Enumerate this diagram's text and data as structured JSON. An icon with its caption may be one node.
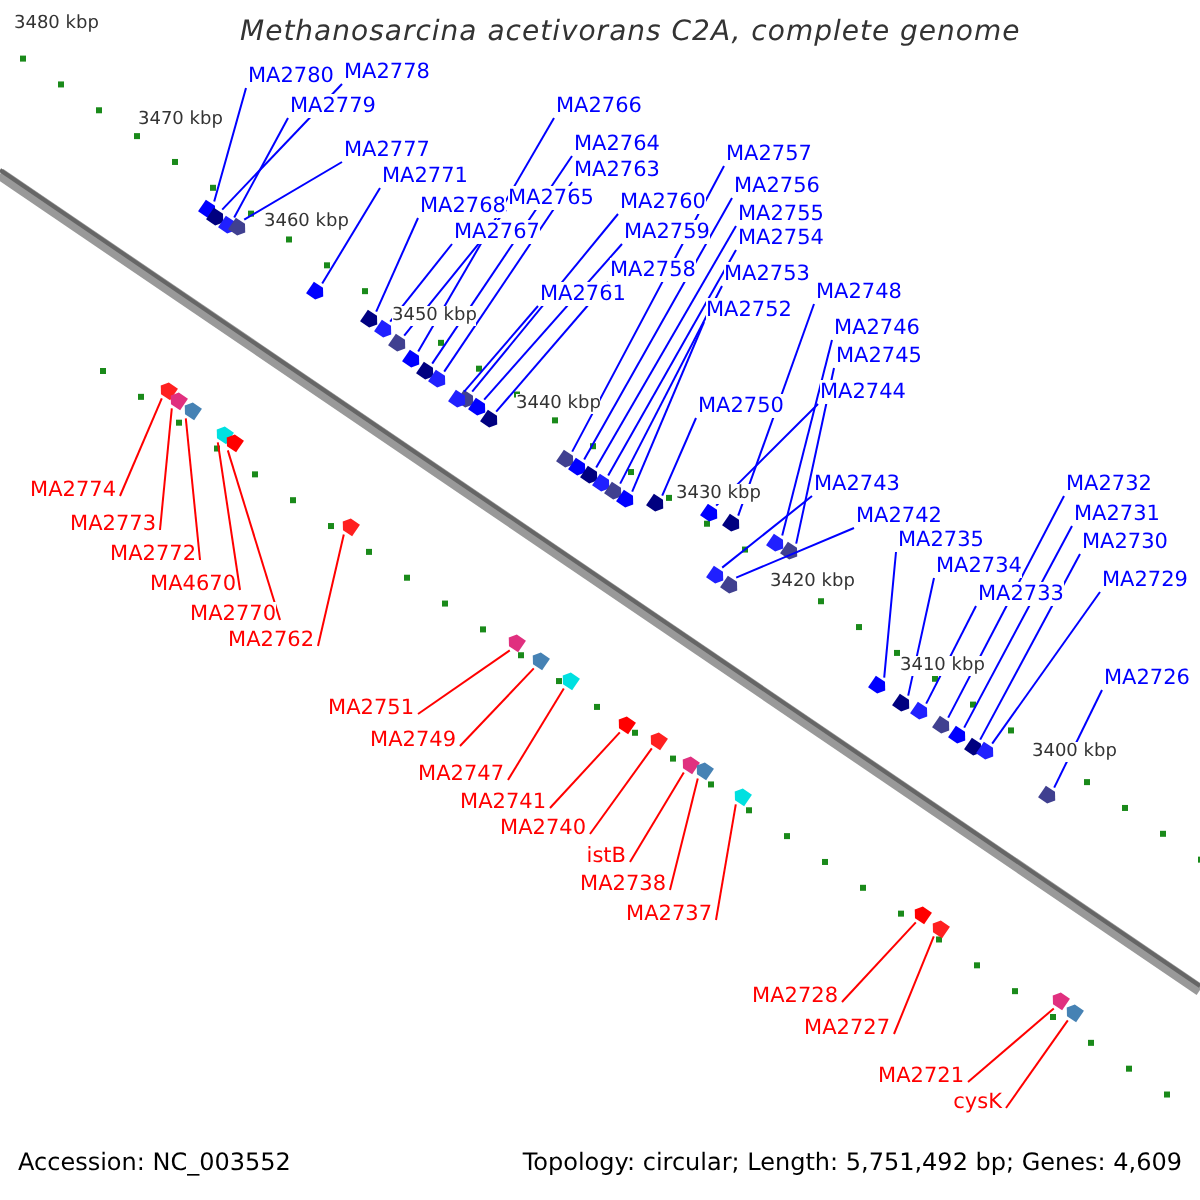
{
  "diagram": {
    "title": "Methanosarcina acetivorans C2A, complete genome",
    "nodes": [
      {
        "text": [
          "MA2780"
        ]
      },
      {
        "text": [
          "MA2778"
        ]
      },
      {
        "text": [
          "MA2779"
        ]
      },
      {
        "text": [
          "MA2777"
        ]
      },
      {
        "text": [
          "MA2771"
        ]
      },
      {
        "text": [
          "MA2768"
        ]
      },
      {
        "text": [
          "MA2767"
        ]
      },
      {
        "text": [
          "MA2765"
        ]
      },
      {
        "text": [
          "MA2766"
        ]
      },
      {
        "text": [
          "MA2764"
        ]
      },
      {
        "text": [
          "MA2763"
        ]
      },
      {
        "text": [
          "MA2760"
        ]
      },
      {
        "text": [
          "MA2759"
        ]
      },
      {
        "text": [
          "MA2758"
        ]
      },
      {
        "text": [
          "MA2761"
        ]
      },
      {
        "text": [
          "MA2757"
        ]
      },
      {
        "text": [
          "MA2756"
        ]
      },
      {
        "text": [
          "MA2755"
        ]
      },
      {
        "text": [
          "MA2754"
        ]
      },
      {
        "text": [
          "MA2753"
        ]
      },
      {
        "text": [
          "MA2752"
        ]
      },
      {
        "text": [
          "MA2748"
        ]
      },
      {
        "text": [
          "MA2746"
        ]
      },
      {
        "text": [
          "MA2745"
        ]
      },
      {
        "text": [
          "MA2744"
        ]
      },
      {
        "text": [
          "MA2750"
        ]
      },
      {
        "text": [
          "MA2743"
        ]
      },
      {
        "text": [
          "MA2742"
        ]
      },
      {
        "text": [
          "MA2735"
        ]
      },
      {
        "text": [
          "MA2734"
        ]
      },
      {
        "text": [
          "MA2733"
        ]
      },
      {
        "text": [
          "MA2732"
        ]
      },
      {
        "text": [
          "MA2731"
        ]
      },
      {
        "text": [
          "MA2730"
        ]
      },
      {
        "text": [
          "MA2729"
        ]
      },
      {
        "text": [
          "MA2726"
        ]
      },
      {
        "text": [
          "MA2774"
        ]
      },
      {
        "text": [
          "MA2773"
        ]
      },
      {
        "text": [
          "MA2772"
        ]
      },
      {
        "text": [
          "MA4670"
        ]
      },
      {
        "text": [
          "MA2770"
        ]
      },
      {
        "text": [
          "MA2762"
        ]
      },
      {
        "text": [
          "MA2751"
        ]
      },
      {
        "text": [
          "MA2749"
        ]
      },
      {
        "text": [
          "MA2747"
        ]
      },
      {
        "text": [
          "MA2741"
        ]
      },
      {
        "text": [
          "MA2740"
        ]
      },
      {
        "text": [
          "istB"
        ]
      },
      {
        "text": [
          "MA2738"
        ]
      },
      {
        "text": [
          "MA2737"
        ]
      },
      {
        "text": [
          "MA2728"
        ]
      },
      {
        "text": [
          "MA2727"
        ]
      },
      {
        "text": [
          "MA2721"
        ]
      },
      {
        "text": [
          "cysK"
        ]
      },
      {
        "text": [],
        "shape": "arrow"
      },
      {
        "text": [],
        "shape": "arrow"
      },
      {
        "text": [],
        "shape": "arrow"
      },
      {
        "text": [],
        "shape": "arrow"
      },
      {
        "text": [],
        "shape": "arrow"
      },
      {
        "text": [],
        "shape": "arrow"
      },
      {
        "text": [],
        "shape": "arrow"
      },
      {
        "text": [],
        "shape": "arrow"
      },
      {
        "text": [],
        "shape": "arrow"
      },
      {
        "text": [],
        "shape": "arrow"
      },
      {
        "text": [],
        "shape": "arrow"
      },
      {
        "text": [],
        "shape": "arrow"
      },
      {
        "text": [],
        "shape": "arrow"
      },
      {
        "text": [],
        "shape": "arrow"
      },
      {
        "text": [],
        "shape": "arrow"
      },
      {
        "text": [],
        "shape": "arrow"
      },
      {
        "text": [],
        "shape": "arrow"
      },
      {
        "text": [],
        "shape": "arrow"
      },
      {
        "text": [],
        "shape": "arrow"
      },
      {
        "text": [],
        "shape": "arrow"
      },
      {
        "text": [],
        "shape": "arrow"
      },
      {
        "text": [],
        "shape": "arrow"
      },
      {
        "text": [],
        "shape": "arrow"
      },
      {
        "text": [],
        "shape": "arrow"
      },
      {
        "text": [],
        "shape": "arrow"
      },
      {
        "text": [],
        "shape": "arrow"
      },
      {
        "text": [],
        "shape": "arrow"
      },
      {
        "text": [],
        "shape": "arrow"
      },
      {
        "text": [],
        "shape": "arrow"
      },
      {
        "text": [],
        "shape": "arrow"
      },
      {
        "text": [],
        "shape": "arrow"
      },
      {
        "text": [],
        "shape": "arrow"
      },
      {
        "text": [],
        "shape": "arrow"
      },
      {
        "text": [],
        "shape": "arrow"
      },
      {
        "text": [],
        "shape": "arrow"
      },
      {
        "text": [],
        "shape": "arrow"
      },
      {
        "text": [],
        "shape": "arrow"
      },
      {
        "text": [],
        "shape": "arrow"
      },
      {
        "text": [],
        "shape": "arrow"
      },
      {
        "text": [],
        "shape": "arrow"
      },
      {
        "text": [],
        "shape": "arrow"
      },
      {
        "text": [],
        "shape": "arrow"
      },
      {
        "text": [],
        "shape": "arrow"
      },
      {
        "text": [],
        "shape": "arrow"
      },
      {
        "text": [],
        "shape": "arrow"
      },
      {
        "text": [],
        "shape": "arrow"
      },
      {
        "text": [],
        "shape": "arrow"
      },
      {
        "text": [],
        "shape": "arrow"
      },
      {
        "text": [],
        "shape": "arrow"
      },
      {
        "text": [],
        "shape": "arrow"
      },
      {
        "text": [],
        "shape": "arrow"
      },
      {
        "text": [],
        "shape": "arrow"
      },
      {
        "text": [],
        "shape": "arrow"
      },
      {
        "text": [],
        "shape": "arrow"
      }
    ],
    "edges": [
      {
        "from": 0,
        "to": 54,
        "arrow": "none"
      },
      {
        "from": 1,
        "to": 55,
        "arrow": "none"
      },
      {
        "from": 2,
        "to": 56,
        "arrow": "none"
      },
      {
        "from": 3,
        "to": 57,
        "arrow": "none"
      },
      {
        "from": 4,
        "to": 58,
        "arrow": "none"
      },
      {
        "from": 5,
        "to": 59,
        "arrow": "none"
      },
      {
        "from": 6,
        "to": 60,
        "arrow": "none"
      },
      {
        "from": 7,
        "to": 61,
        "arrow": "none"
      },
      {
        "from": 8,
        "to": 62,
        "arrow": "none"
      },
      {
        "from": 9,
        "to": 63,
        "arrow": "none"
      },
      {
        "from": 10,
        "to": 64,
        "arrow": "none"
      },
      {
        "from": 11,
        "to": 65,
        "arrow": "none"
      },
      {
        "from": 12,
        "to": 66,
        "arrow": "none"
      },
      {
        "from": 13,
        "to": 67,
        "arrow": "none"
      },
      {
        "from": 14,
        "to": 68,
        "arrow": "none"
      },
      {
        "from": 15,
        "to": 69,
        "arrow": "none"
      },
      {
        "from": 16,
        "to": 70,
        "arrow": "none"
      },
      {
        "from": 17,
        "to": 71,
        "arrow": "none"
      },
      {
        "from": 18,
        "to": 72,
        "arrow": "none"
      },
      {
        "from": 19,
        "to": 73,
        "arrow": "none"
      },
      {
        "from": 20,
        "to": 74,
        "arrow": "none"
      },
      {
        "from": 21,
        "to": 75,
        "arrow": "none"
      },
      {
        "from": 22,
        "to": 76,
        "arrow": "none"
      },
      {
        "from": 23,
        "to": 77,
        "arrow": "none"
      },
      {
        "from": 24,
        "to": 78,
        "arrow": "none"
      },
      {
        "from": 25,
        "to": 79,
        "arrow": "none"
      },
      {
        "from": 26,
        "to": 80,
        "arrow": "none"
      },
      {
        "from": 27,
        "to": 81,
        "arrow": "none"
      },
      {
        "from": 28,
        "to": 82,
        "arrow": "none"
      },
      {
        "from": 29,
        "to": 83,
        "arrow": "none"
      },
      {
        "from": 30,
        "to": 84,
        "arrow": "none"
      },
      {
        "from": 31,
        "to": 85,
        "arrow": "none"
      },
      {
        "from": 32,
        "to": 86,
        "arrow": "none"
      },
      {
        "from": 33,
        "to": 87,
        "arrow": "none"
      },
      {
        "from": 34,
        "to": 88,
        "arrow": "none"
      },
      {
        "from": 35,
        "to": 89,
        "arrow": "none"
      },
      {
        "from": 36,
        "to": 90,
        "arrow": "none",
        "color": "#ff0000"
      },
      {
        "from": 37,
        "to": 91,
        "arrow": "none",
        "color": "#ff0000"
      },
      {
        "from": 38,
        "to": 92,
        "arrow": "none",
        "color": "#ff0000"
      },
      {
        "from": 39,
        "to": 93,
        "arrow": "none",
        "color": "#ff0000"
      },
      {
        "from": 40,
        "to": 94,
        "arrow": "none",
        "color": "#ff0000"
      },
      {
        "from": 41,
        "to": 95,
        "arrow": "none",
        "color": "#ff0000"
      },
      {
        "from": 42,
        "to": 96,
        "arrow": "none",
        "color": "#ff0000"
      },
      {
        "from": 43,
        "to": 97,
        "arrow": "none",
        "color": "#ff0000"
      },
      {
        "from": 44,
        "to": 98,
        "arrow": "none",
        "color": "#ff0000"
      },
      {
        "from": 45,
        "to": 99,
        "arrow": "none",
        "color": "#ff0000"
      },
      {
        "from": 46,
        "to": 100,
        "arrow": "none",
        "color": "#ff0000"
      },
      {
        "from": 47,
        "to": 101,
        "arrow": "none",
        "color": "#ff0000"
      },
      {
        "from": 48,
        "to": 102,
        "arrow": "none",
        "color": "#ff0000"
      },
      {
        "from": 49,
        "to": 103,
        "arrow": "none",
        "color": "#ff0000"
      },
      {
        "from": 50,
        "to": 104,
        "arrow": "none",
        "color": "#ff0000"
      },
      {
        "from": 51,
        "to": 105,
        "arrow": "none",
        "color": "#ff0000"
      },
      {
        "from": 52,
        "to": 106,
        "arrow": "none",
        "color": "#ff0000"
      },
      {
        "from": 53,
        "to": 107,
        "arrow": "none",
        "color": "#ff0000"
      }
    ],
    "labels": [
      "3480 kbp",
      "3470 kbp",
      "3460 kbp",
      "3450 kbp",
      "3440 kbp",
      "3430 kbp",
      "3420 kbp",
      "3410 kbp",
      "3400 kbp",
      "Accession: NC_003552",
      "Topology: circular; Length: 5,751,492 bp; Genes: 4,609"
    ]
  }
}
